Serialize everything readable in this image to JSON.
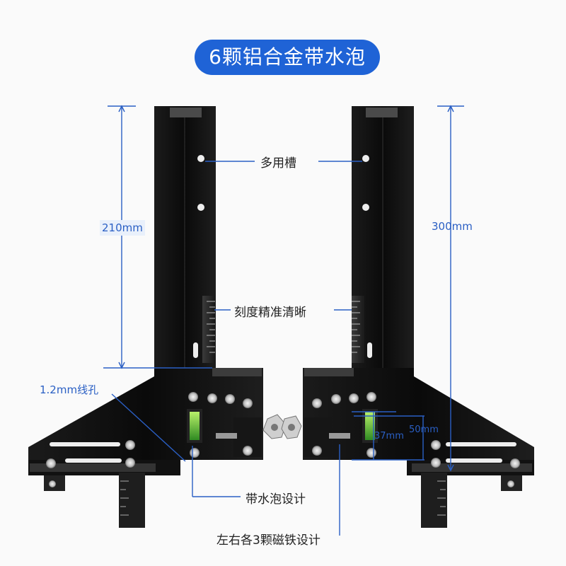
{
  "title": "6颗铝合金带水泡",
  "features": {
    "slot": "多用槽",
    "scale": "刻度精准清晰",
    "bubble": "带水泡设计",
    "magnet": "左右各3颗磁铁设计"
  },
  "dimensions": {
    "left_height": "210mm",
    "right_height": "300mm",
    "wire_hole": "1.2mm线孔",
    "d37": "37mm",
    "d50": "50mm"
  },
  "colors": {
    "accent": "#1f63d6",
    "leader": "#2a5fc4",
    "tool": "#0d0d0d"
  }
}
